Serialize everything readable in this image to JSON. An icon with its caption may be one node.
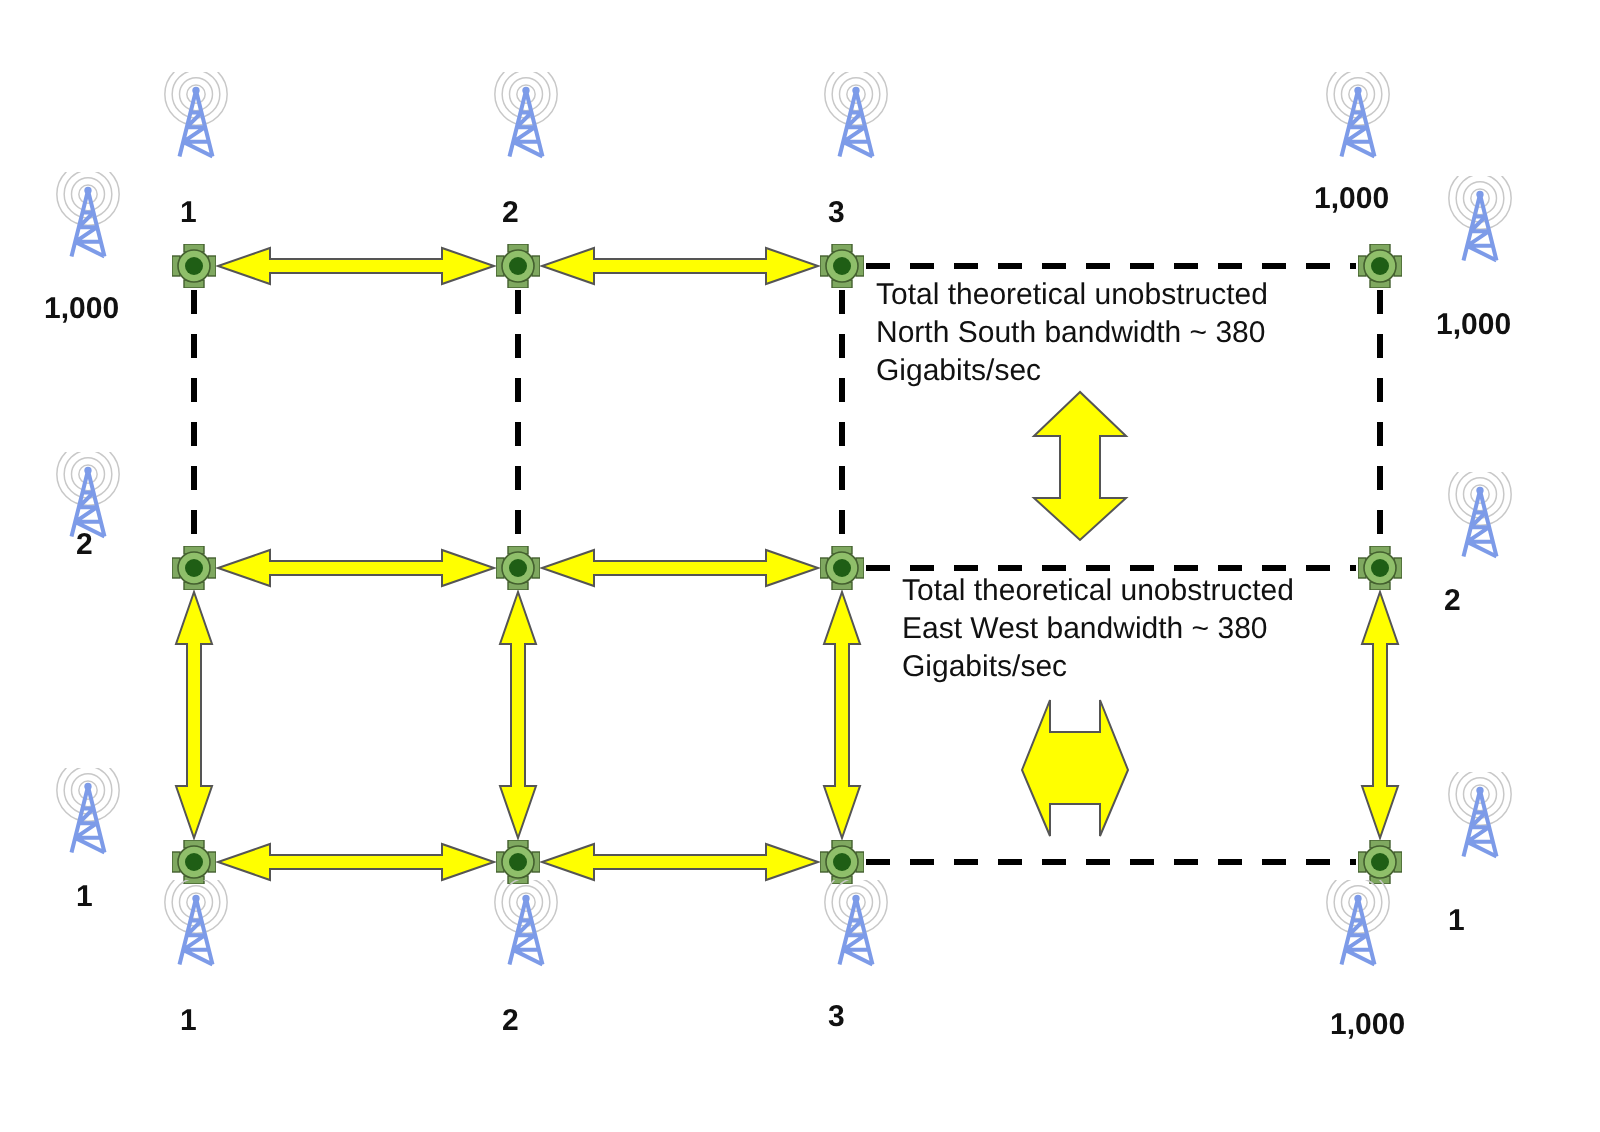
{
  "diagram": {
    "nodes": [
      {
        "text": [],
        "shape": "switch"
      },
      {
        "text": [],
        "shape": "switch"
      },
      {
        "text": [],
        "shape": "switch"
      },
      {
        "text": [],
        "shape": "switch"
      },
      {
        "text": [],
        "shape": "switch"
      },
      {
        "text": [],
        "shape": "switch"
      },
      {
        "text": [],
        "shape": "switch"
      },
      {
        "text": [],
        "shape": "switch"
      },
      {
        "text": [],
        "shape": "switch"
      },
      {
        "text": [],
        "shape": "switch"
      },
      {
        "text": [],
        "shape": "switch"
      },
      {
        "text": [],
        "shape": "switch"
      },
      {
        "text": [
          "1"
        ]
      },
      {
        "text": [
          "2"
        ]
      },
      {
        "text": [
          "3"
        ]
      },
      {
        "text": [
          "1,000"
        ]
      },
      {
        "text": [
          "1,000"
        ]
      },
      {
        "text": [
          "1,000"
        ]
      },
      {
        "text": [
          "2"
        ]
      },
      {
        "text": [
          "2"
        ]
      },
      {
        "text": [
          "1"
        ]
      },
      {
        "text": [
          "1"
        ]
      },
      {
        "text": [
          "1"
        ]
      },
      {
        "text": [
          "2"
        ]
      },
      {
        "text": [
          "3"
        ]
      },
      {
        "text": [
          "1,000"
        ]
      }
    ],
    "edges": [
      {
        "from": 0,
        "to": 1,
        "arrow": "both",
        "style": "thick",
        "color": "#ffff00"
      },
      {
        "from": 1,
        "to": 2,
        "arrow": "both",
        "style": "thick",
        "color": "#ffff00"
      },
      {
        "from": 2,
        "to": 3,
        "arrow": "none",
        "style": "dashed"
      },
      {
        "from": 4,
        "to": 5,
        "arrow": "both",
        "style": "thick",
        "color": "#ffff00"
      },
      {
        "from": 5,
        "to": 6,
        "arrow": "both",
        "style": "thick",
        "color": "#ffff00"
      },
      {
        "from": 6,
        "to": 7,
        "arrow": "none",
        "style": "dashed"
      },
      {
        "from": 8,
        "to": 9,
        "arrow": "both",
        "style": "thick",
        "color": "#ffff00"
      },
      {
        "from": 9,
        "to": 10,
        "arrow": "both",
        "style": "thick",
        "color": "#ffff00"
      },
      {
        "from": 10,
        "to": 11,
        "arrow": "none",
        "style": "dashed"
      },
      {
        "from": 0,
        "to": 4,
        "arrow": "none",
        "style": "dashed"
      },
      {
        "from": 1,
        "to": 5,
        "arrow": "none",
        "style": "dashed"
      },
      {
        "from": 2,
        "to": 6,
        "arrow": "none",
        "style": "dashed"
      },
      {
        "from": 3,
        "to": 7,
        "arrow": "none",
        "style": "dashed"
      },
      {
        "from": 4,
        "to": 8,
        "arrow": "both",
        "style": "thick",
        "color": "#ffff00"
      },
      {
        "from": 5,
        "to": 9,
        "arrow": "both",
        "style": "thick",
        "color": "#ffff00"
      },
      {
        "from": 6,
        "to": 10,
        "arrow": "both",
        "style": "thick",
        "color": "#ffff00"
      },
      {
        "from": 7,
        "to": 11,
        "arrow": "both",
        "style": "thick",
        "color": "#ffff00"
      }
    ],
    "labels": [
      "Total theoretical unobstructed North South bandwidth ~ 380 Gigabits/sec",
      "Total theoretical unobstructed East West bandwidth ~ 380 Gigabits/sec"
    ]
  }
}
